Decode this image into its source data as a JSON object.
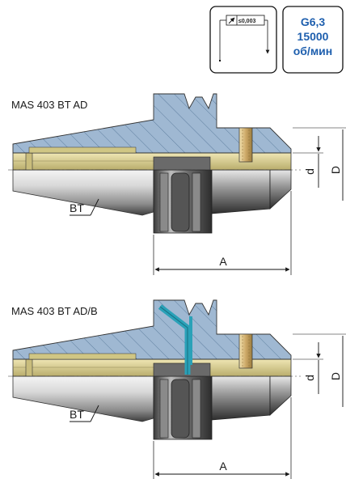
{
  "runout_badge": {
    "tolerance": "≤0,003",
    "icon": "runout-tolerance-icon"
  },
  "balance_badge": {
    "grade": "G6,3",
    "speed": "15000",
    "unit": "об/мин"
  },
  "views": [
    {
      "title": "MAS 403 BT AD",
      "labels": {
        "taper": "BT",
        "length": "A",
        "bore": "d",
        "outer": "D"
      },
      "coolant_channel": false
    },
    {
      "title": "MAS 403 BT AD/B",
      "labels": {
        "taper": "BT",
        "length": "A",
        "bore": "d",
        "outer": "D"
      },
      "coolant_channel": true
    }
  ],
  "colors": {
    "section_fill": "#9fb8d2",
    "section_hatch": "#5f7f9f",
    "body_light": "#e6e6e6",
    "body_dark": "#3a3a3a",
    "bore_band": "#d9cf96",
    "coolant": "#2aa1b8",
    "spec_text": "#1e5fae"
  }
}
